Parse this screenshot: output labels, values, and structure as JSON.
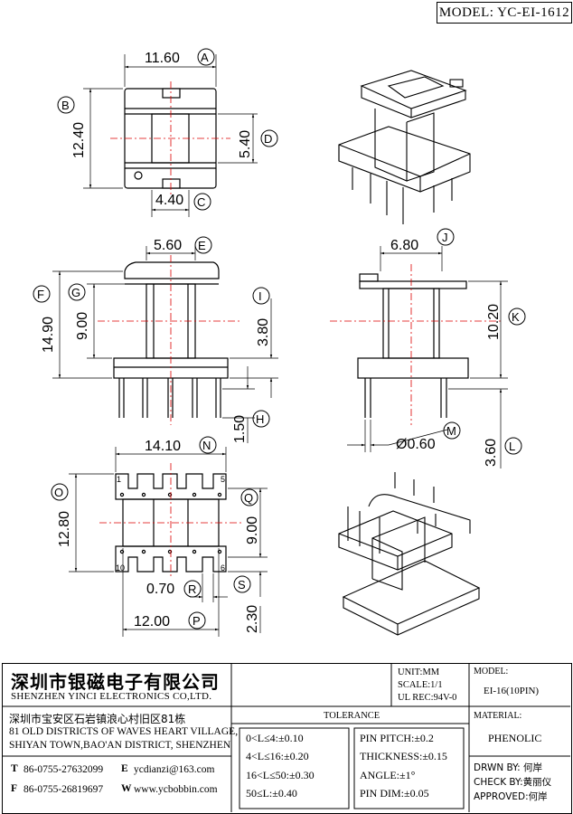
{
  "header": {
    "model": "MODEL: YC-EI-1612"
  },
  "dimensions": {
    "A": {
      "letter": "A",
      "value": "11.60"
    },
    "B": {
      "letter": "B",
      "value": "12.40"
    },
    "C": {
      "letter": "C",
      "value": "4.40"
    },
    "D": {
      "letter": "D",
      "value": "5.40"
    },
    "E": {
      "letter": "E",
      "value": "5.60"
    },
    "F": {
      "letter": "F",
      "value": "14.90"
    },
    "G": {
      "letter": "G",
      "value": "9.00"
    },
    "H": {
      "letter": "H",
      "value": "1.50"
    },
    "I": {
      "letter": "I",
      "value": "3.80"
    },
    "J": {
      "letter": "J",
      "value": "6.80"
    },
    "K": {
      "letter": "K",
      "value": "10.20"
    },
    "L": {
      "letter": "L",
      "value": "3.60"
    },
    "M": {
      "letter": "M",
      "value": "Ø0.60"
    },
    "N": {
      "letter": "N",
      "value": "14.10"
    },
    "O": {
      "letter": "O",
      "value": "12.80"
    },
    "P": {
      "letter": "P",
      "value": "12.00"
    },
    "Q": {
      "letter": "Q",
      "value": "9.00"
    },
    "R": {
      "letter": "R",
      "value": "0.70"
    },
    "S": {
      "letter": "S",
      "value": "2.30"
    }
  },
  "pins": {
    "p1": "1",
    "p5": "5",
    "p6": "6",
    "p10": "10"
  },
  "company": {
    "name_cn": "深圳市银磁电子有限公司",
    "name_en": "SHENZHEN YINCI ELECTRONICS CO,LTD.",
    "addr_cn": "深圳市宝安区石岩镇浪心村旧区81栋",
    "addr_en1": "81 OLD DISTRICTS OF WAVES HEART VILLAGE,",
    "addr_en2": "SHIYAN TOWN,BAO'AN DISTRICT, SHENZHEN",
    "tel_label": "T",
    "tel": "86-0755-27632099",
    "fax_label": "F",
    "fax": "86-0755-26819697",
    "email_label": "E",
    "email": "ycdianzi@163.com",
    "web_label": "W",
    "web": "www.ycbobbin.com"
  },
  "info": {
    "unit": "UNIT:MM",
    "scale": "SCALE:1/1",
    "ul": "UL REC:94V-0",
    "model_label": "MODEL:",
    "model_value": "EI-16(10PIN)",
    "tolerance_label": "TOLERANCE",
    "tol_rows": [
      "0<L≤4:±0.10",
      "4<L≤16:±0.20",
      "16<L≤50:±0.30",
      "50≤L:±0.40"
    ],
    "tol_rows2": [
      "PIN PITCH:±0.2",
      "THICKNESS:±0.15",
      "ANGLE:±1°",
      "PIN DIM:±0.05"
    ],
    "material_label": "MATERIAL:",
    "material": "PHENOLIC",
    "drawn": "DRWN BY: 何岸",
    "check": "CHECK BY:黄丽仪",
    "approved": "APPROVED:何岸"
  }
}
